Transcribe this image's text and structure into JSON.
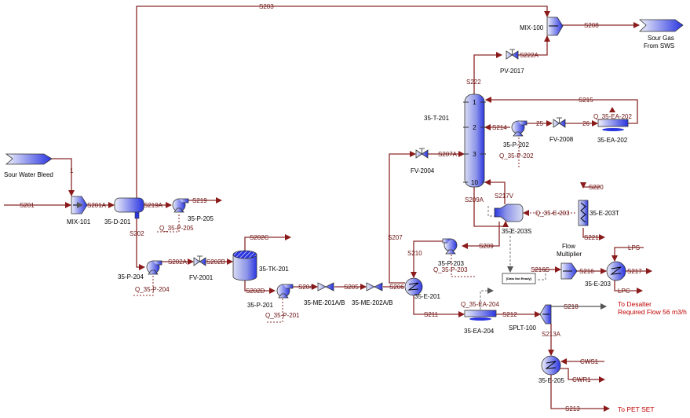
{
  "colors": {
    "stream": "#8b2a2a",
    "equipment_light": "#e8ecf8",
    "equipment_dark": "#2a35e0",
    "note": "#c00000"
  },
  "equipment": {
    "mix101": "MIX-101",
    "d201": "35-D-201",
    "p205": "35-P-205",
    "p204": "35-P-204",
    "fv2001": "FV-2001",
    "tk201": "35-TK-201",
    "p201": "35-P-201",
    "me201": "35-ME-201A/B",
    "me202": "35-ME-202A/B",
    "e201": "35-E-201",
    "fv2004": "FV-2004",
    "t201": "35-T-201",
    "p202": "35-P-202",
    "fv2008": "FV-2008",
    "ea202": "35-EA-202",
    "pv2017": "PV-2017",
    "mix100": "MIX-100",
    "p203": "35-P-203",
    "e203s": "35-E-203S",
    "e203t": "35-E-203T",
    "flow_mult_1": "Flow",
    "flow_mult_2": "Multiplier",
    "e203": "35-E-203",
    "ea204": "35-EA-204",
    "splt100": "SPLT-100",
    "e205": "35-E-205",
    "set_box": "[Data Not Ready]"
  },
  "trays": {
    "t1": "1",
    "t2": "2",
    "t3": "3",
    "t10": "10"
  },
  "streams": {
    "sw_feed": "Sour Water Bleed",
    "s1": "1",
    "s201": "S201",
    "s201a": "S201A",
    "s203": "S203",
    "s219a": "S219A",
    "s219": "S219",
    "q_p205": "Q_35-P-205",
    "s202": "S202",
    "s202a": "S202A",
    "s202b": "S202B",
    "q_p204": "Q_35-P-204",
    "s202c": "S202C",
    "s202d": "S202D",
    "q_p201": "Q_35-P-201",
    "s204": "S204",
    "s205": "S205",
    "s206": "S206",
    "s207": "S207",
    "s207a": "S207A",
    "s210": "S210",
    "q_p203": "Q_35-P-203",
    "s209": "S209",
    "s209a": "S209A",
    "s217v": "S217V",
    "q_e203": "Q_35-E-203",
    "s220": "S220",
    "s221": "S221",
    "s222": "S222",
    "s222a": "S222A",
    "s208": "S208",
    "s215": "S215",
    "q_ea202": "Q_35-EA-202",
    "s214": "S214",
    "n25": "25",
    "n26": "26",
    "q_p202": "Q_35-P-202",
    "s216s": "S216S",
    "s216": "S216",
    "lps": "LPS",
    "s217": "S217",
    "lpc": "LPC",
    "s211": "S211",
    "q_ea204": "Q_35-EA-204",
    "s212": "S212",
    "s218": "S218",
    "s213a": "S213A",
    "cws1": "CWS1",
    "cwr1": "CWR1",
    "s213": "S213",
    "sour_gas_1": "Sour Gas",
    "sour_gas_2": "From SWS"
  },
  "notes": {
    "desalter_1": "To Desalter",
    "desalter_2": "Required Flow 56 m3/h",
    "pet": "To PET SET"
  }
}
